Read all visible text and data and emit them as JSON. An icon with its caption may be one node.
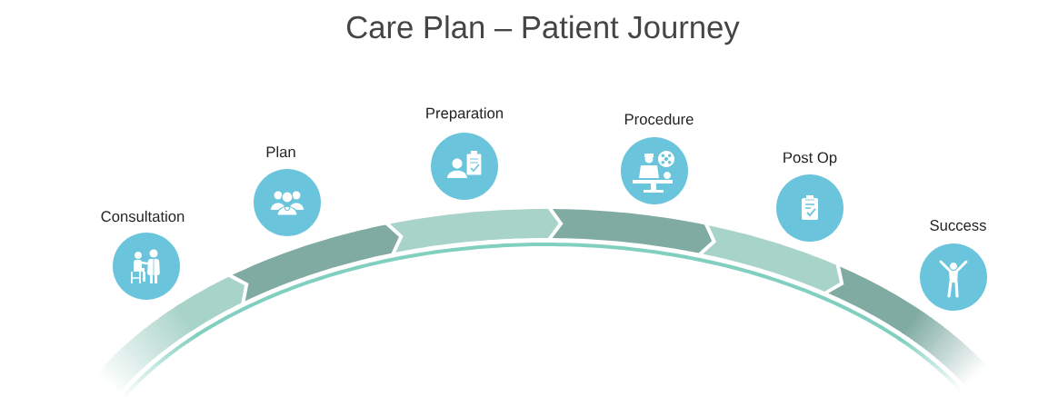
{
  "diagram": {
    "title": "Care Plan – Patient Journey",
    "nodes": [
      {
        "text": [
          "Consultation"
        ]
      },
      {
        "text": [
          "Plan"
        ]
      },
      {
        "text": [
          "Preparation"
        ]
      },
      {
        "text": [
          "Procedure"
        ]
      },
      {
        "text": [
          "Post Op"
        ]
      },
      {
        "text": [
          "Success"
        ]
      }
    ]
  }
}
